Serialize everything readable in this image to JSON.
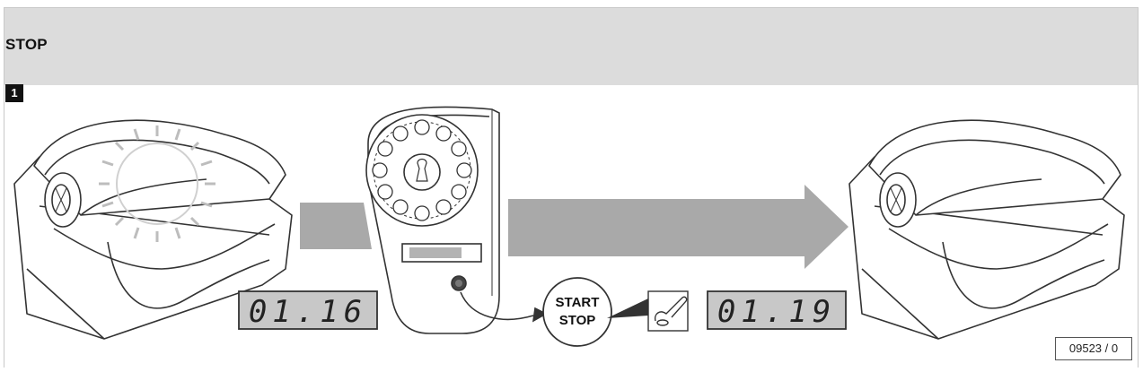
{
  "header": {
    "title": "STOP"
  },
  "step": {
    "number": "1"
  },
  "display_before": {
    "value": "01.16"
  },
  "display_after": {
    "value": "01.19"
  },
  "button": {
    "line1": "START",
    "line2": "STOP"
  },
  "reference": {
    "code": "09523 / 0"
  },
  "colors": {
    "header_bg": "#dcdcdc",
    "arrow": "#a9a9a9",
    "lcd_bg": "#c8c8c8",
    "outline": "#333333"
  },
  "icons": [
    "solarium-bed-icon",
    "sun-glow-icon",
    "control-panel-icon",
    "finger-press-icon",
    "flow-arrow-icon"
  ]
}
